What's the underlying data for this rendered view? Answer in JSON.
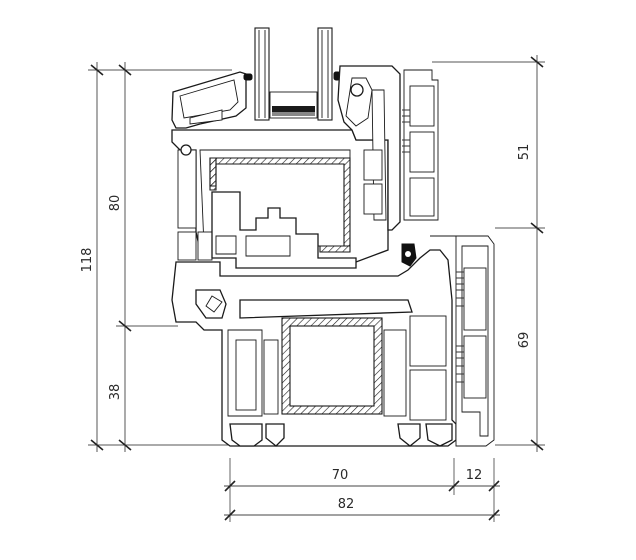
{
  "dimensions": {
    "overall_height": "118",
    "frame_height": "80",
    "lower_height": "38",
    "upper_right_height": "51",
    "lower_right_height": "69",
    "frame_width": "70",
    "extension_width": "12",
    "overall_width": "82"
  }
}
